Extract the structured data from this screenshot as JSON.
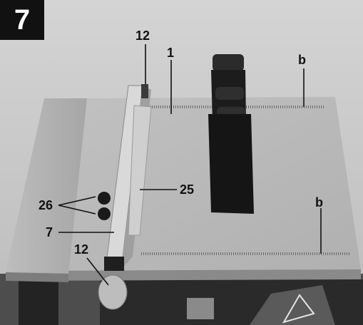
{
  "figure": {
    "number": "7",
    "callouts": {
      "fence_lock_top": "12",
      "fence": "1",
      "scale_top": "b",
      "fence_rail": "25",
      "lock_knobs": "26",
      "table_extension": "7",
      "scale_bottom": "b",
      "fence_lock_bottom": "12"
    }
  }
}
